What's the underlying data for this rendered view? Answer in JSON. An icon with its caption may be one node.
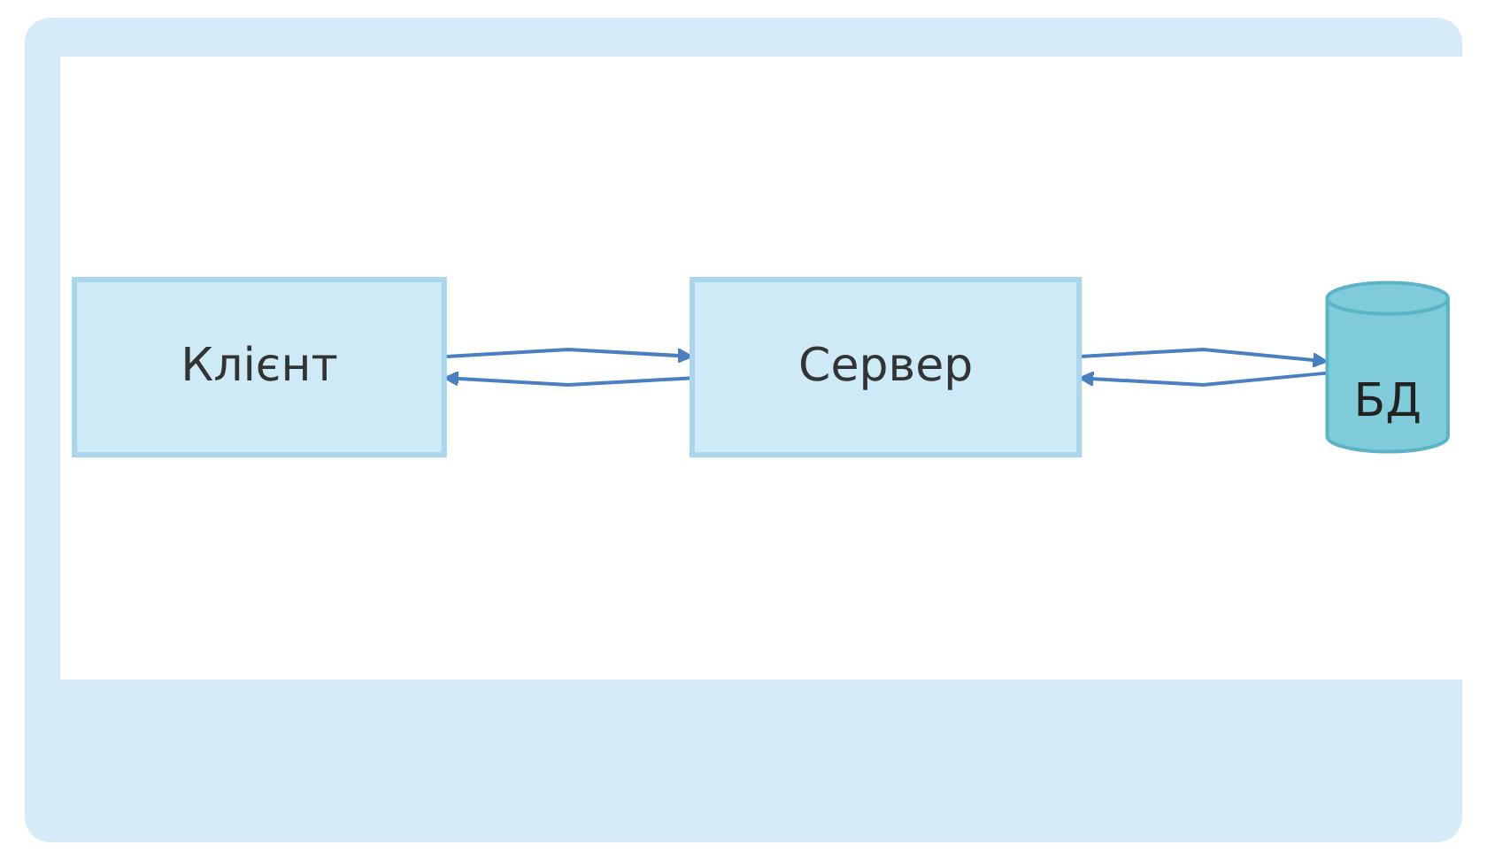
{
  "diagram": {
    "nodes": [
      {
        "text": [
          "Клієнт"
        ]
      },
      {
        "text": [
          "Сервер"
        ]
      },
      {
        "text": [
          "БД"
        ]
      }
    ],
    "edges": [
      {
        "from": 0,
        "to": 1,
        "arrow": "to"
      },
      {
        "from": 1,
        "to": 0,
        "arrow": "to"
      },
      {
        "from": 1,
        "to": 2,
        "arrow": "to"
      },
      {
        "from": 2,
        "to": 1,
        "arrow": "to"
      }
    ]
  }
}
